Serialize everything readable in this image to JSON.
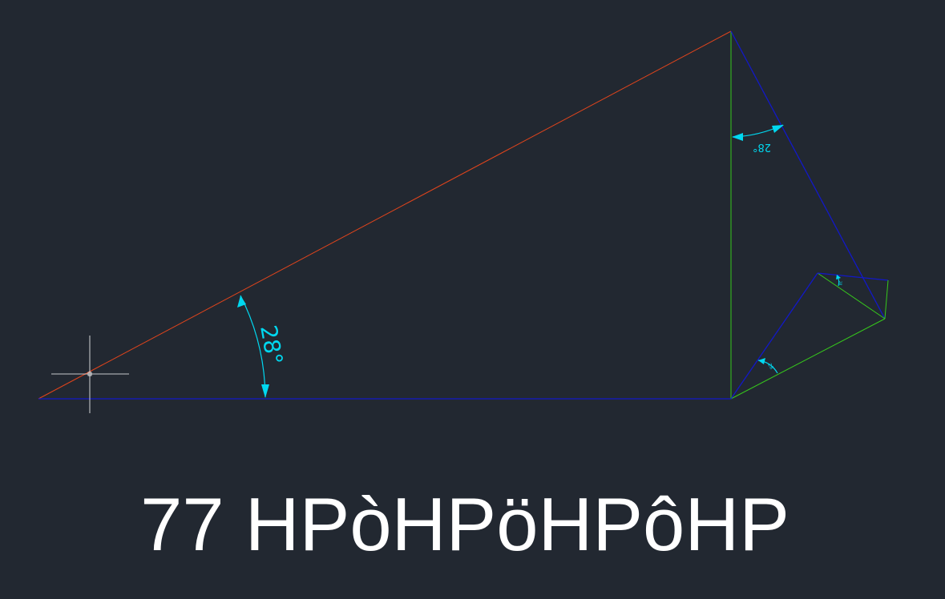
{
  "drawing": {
    "angle_labels": {
      "main": "28°",
      "upper": "28°",
      "small_lower": "28",
      "small_upper": "28"
    },
    "colors": {
      "background": "#222831",
      "hypotenuse": "#e0441c",
      "blue_lines": "#1218c8",
      "green_lines": "#36c81c",
      "dimension": "#00d8f0",
      "crosshair": "#ffffff"
    }
  },
  "caption": {
    "text": "77 HPòHPöHPôHP"
  }
}
